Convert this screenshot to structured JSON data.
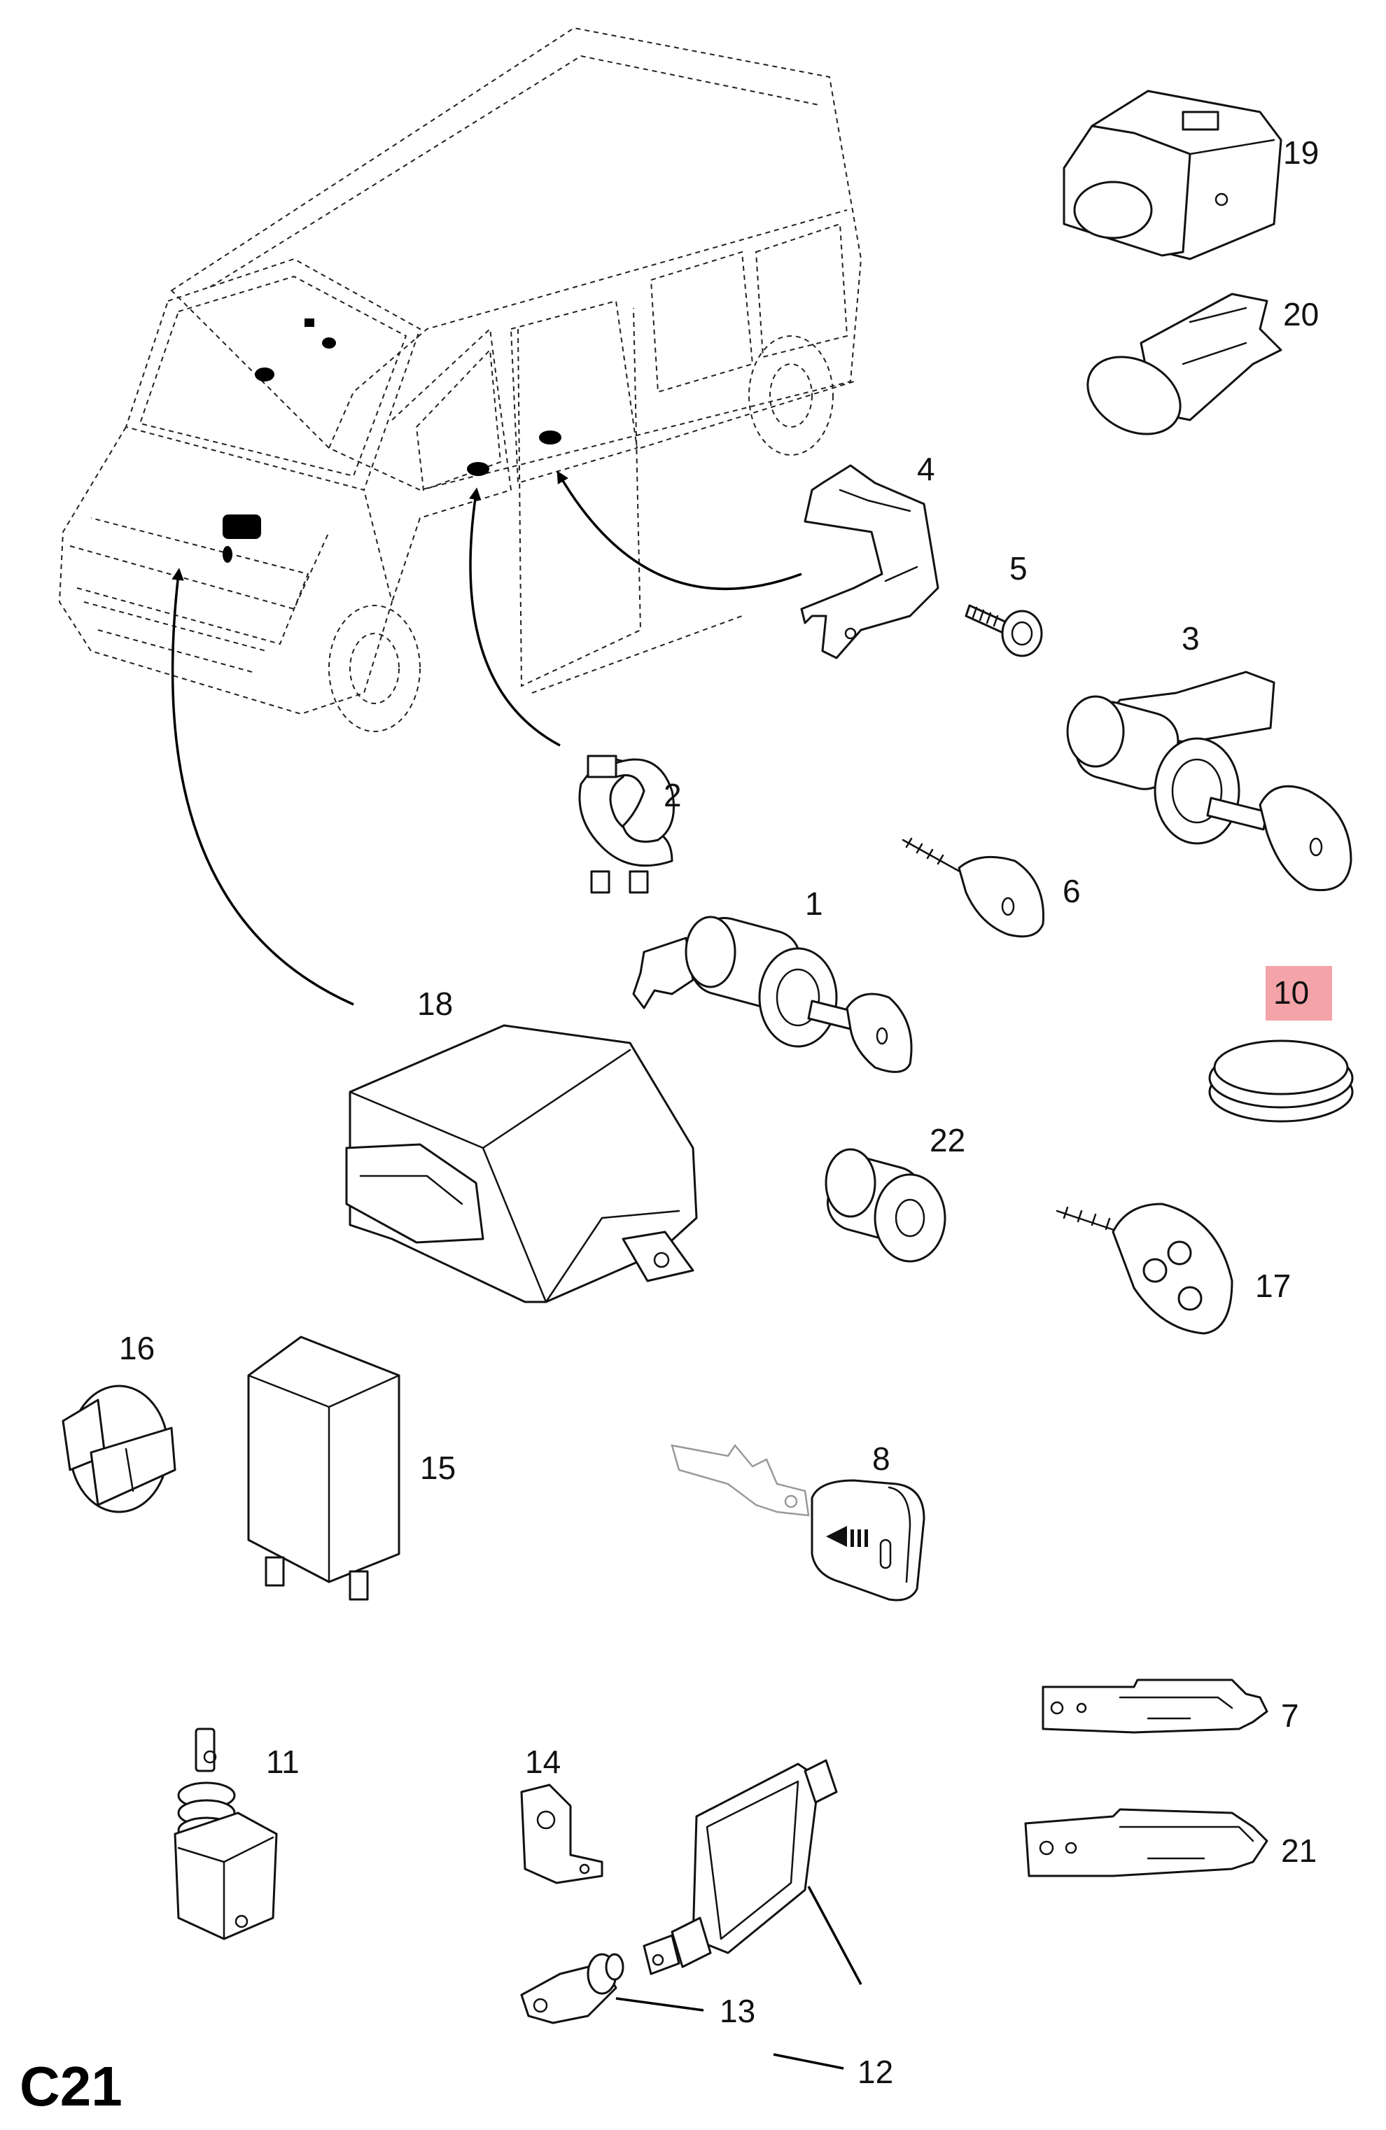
{
  "page_code": "C21",
  "highlight_color": "#f4a3a8",
  "callouts": {
    "p1": "1",
    "p2": "2",
    "p3": "3",
    "p4": "4",
    "p5": "5",
    "p6": "6",
    "p7": "7",
    "p8": "8",
    "p10": "10",
    "p11": "11",
    "p12": "12",
    "p13": "13",
    "p14": "14",
    "p15": "15",
    "p16": "16",
    "p17": "17",
    "p18": "18",
    "p19": "19",
    "p20": "20",
    "p21": "21",
    "p22": "22"
  },
  "highlighted_callout": "10"
}
